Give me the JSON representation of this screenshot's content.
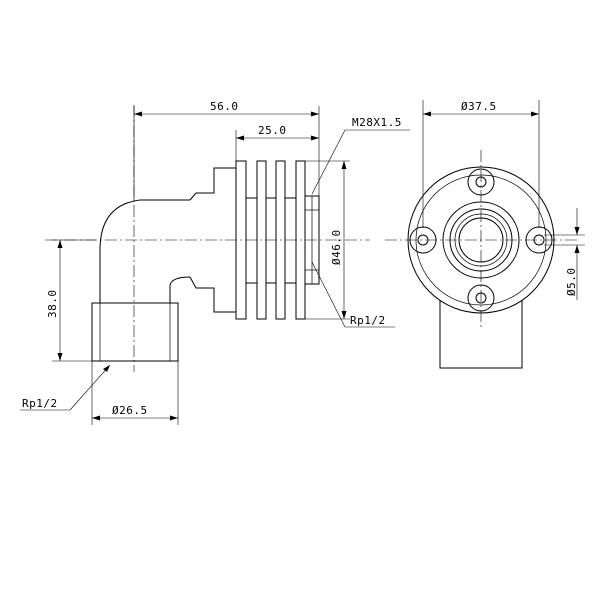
{
  "dimensions": {
    "total_length": "56.0",
    "flange_length": "25.0",
    "thread_outer": "M28X1.5",
    "flange_diameter": "Ø46.0",
    "thread_inner": "Rp1/2",
    "height": "38.0",
    "inlet_thread": "Rp1/2",
    "inlet_diameter": "Ø26.5",
    "plate_diameter": "Ø37.5",
    "hole_diameter": "Ø5.0"
  }
}
